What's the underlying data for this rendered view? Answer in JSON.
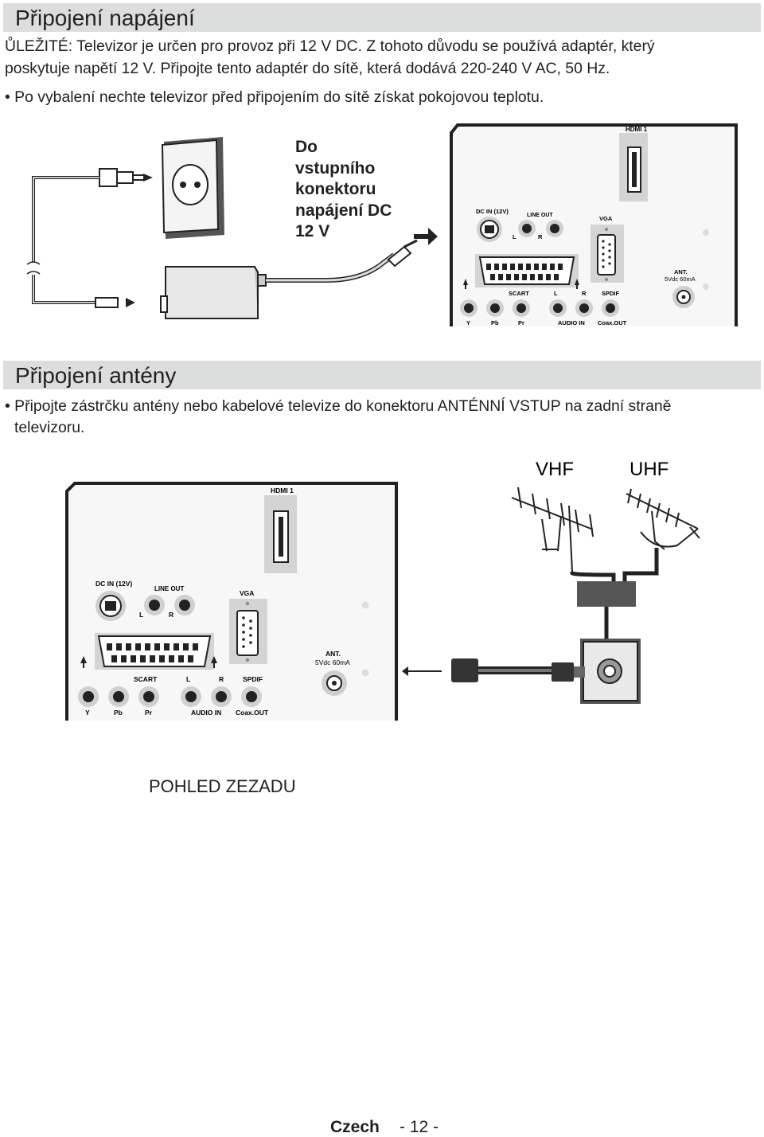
{
  "power": {
    "heading": "Připojení napájení",
    "para_line1": "ŮLEŽITÉ: Televizor je určen pro provoz při 12 V DC. Z  tohoto důvodu se používá adaptér, který",
    "para_line2": "poskytuje napětí 12 V. Připojte tento adaptér do sítě, která dodává 220-240 V AC, 50 Hz.",
    "bullet": "• Po vybalení nechte televizor před připojením do sítě získat pokojovou teplotu.",
    "callout_lines": [
      "Do",
      "vstupního",
      "konektoru",
      "napájení DC",
      "12 V"
    ]
  },
  "antenna": {
    "heading": "Připojení antény",
    "bullet_line1": "• Připojte zástrčku antény nebo kabelové televize do konektoru ANTÉNNÍ VSTUP na zadní straně",
    "bullet_line2": "televizoru.",
    "vhf": "VHF",
    "uhf": "UHF",
    "rear_view": "POHLED ZEZADU"
  },
  "panel": {
    "hdmi": "HDMI 1",
    "dc_in": "DC IN (12V)",
    "line_out": "LINE OUT",
    "vga": "VGA",
    "l": "L",
    "r": "R",
    "scart": "SCART",
    "spdif": "SPDIF",
    "ant": "ANT.",
    "ant_spec": "5Vdc 60mA",
    "y": "Y",
    "pb": "Pb",
    "pr": "Pr",
    "audio_in": "AUDIO IN",
    "coax_out": "Coax.OUT"
  },
  "footer": {
    "language": "Czech",
    "page": "- 12 -"
  }
}
